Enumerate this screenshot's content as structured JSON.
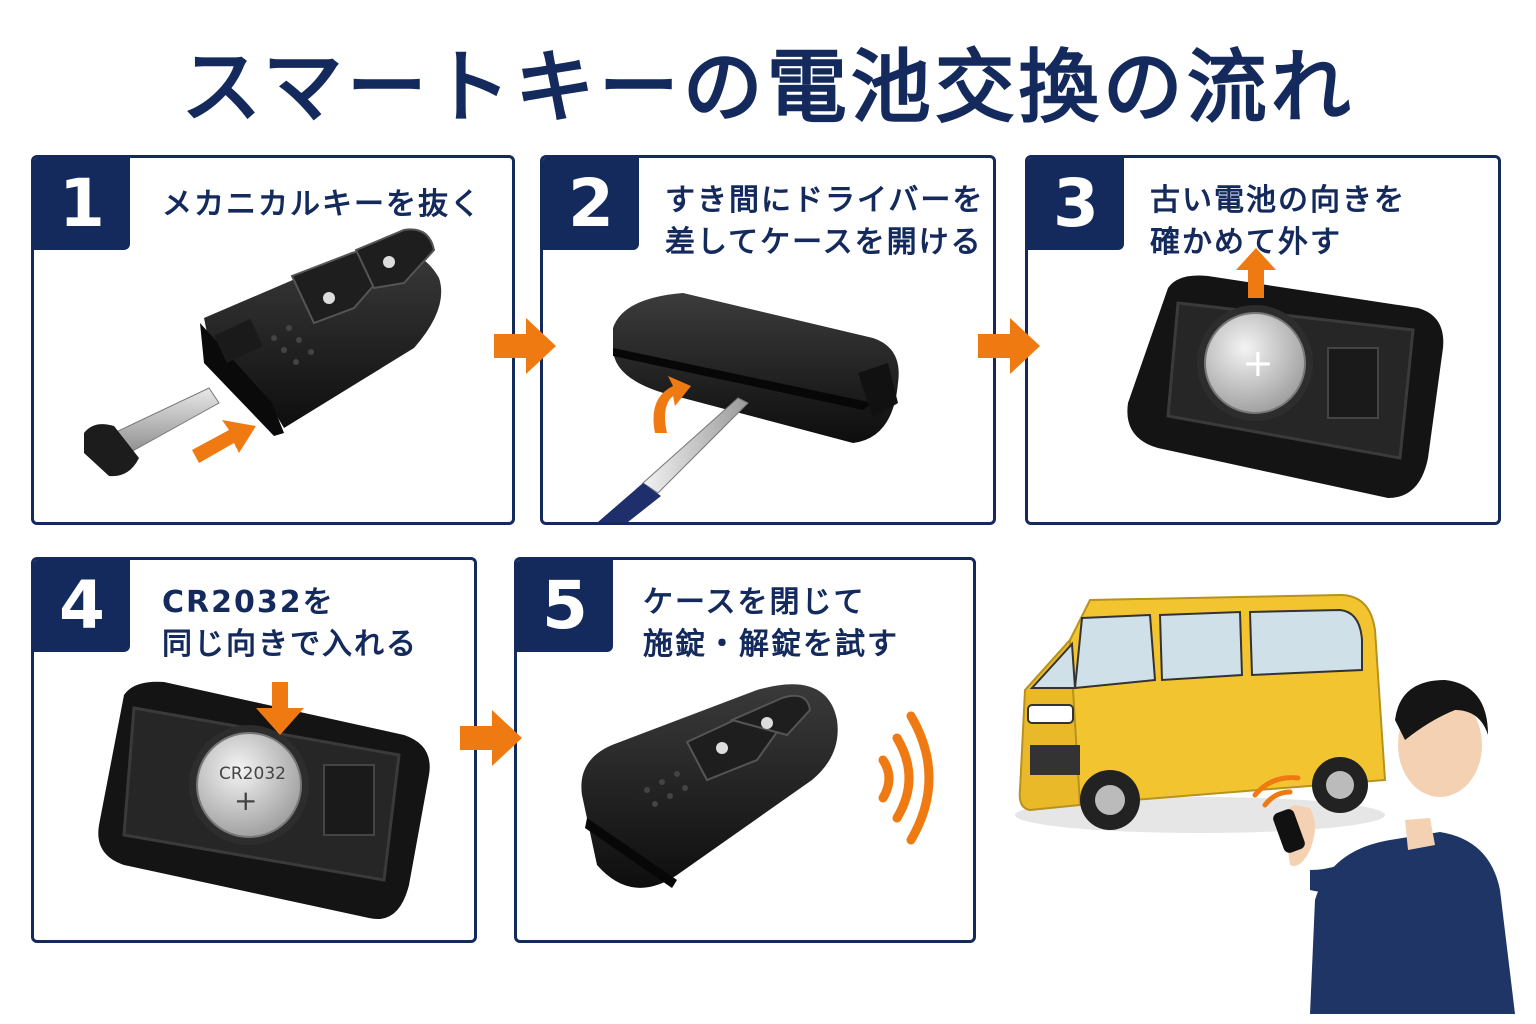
{
  "title": "スマートキーの電池交換の流れ",
  "colors": {
    "navy": "#142a5c",
    "orange": "#f07a12",
    "car_yellow": "#f2c530"
  },
  "steps": [
    {
      "number": "1",
      "line1": "メカニカルキーを抜く",
      "line2": "",
      "icon": "smart-key-with-mechanical-key"
    },
    {
      "number": "2",
      "line1": "すき間にドライバーを",
      "line2": "差してケースを開ける",
      "icon": "screwdriver-prying-case"
    },
    {
      "number": "3",
      "line1": "古い電池の向きを",
      "line2": "確かめて外す",
      "icon": "coin-battery-remove"
    },
    {
      "number": "4",
      "line1": "CR2032を",
      "line2": "同じ向きで入れる",
      "icon": "coin-battery-insert",
      "battery_label": "CR2032",
      "battery_sign": "+"
    },
    {
      "number": "5",
      "line1": "ケースを閉じて",
      "line2": "施錠・解錠を試す",
      "icon": "closed-smart-key-signal"
    }
  ],
  "battery_sign": "+",
  "scene": {
    "icon": "person-unlocking-car"
  }
}
